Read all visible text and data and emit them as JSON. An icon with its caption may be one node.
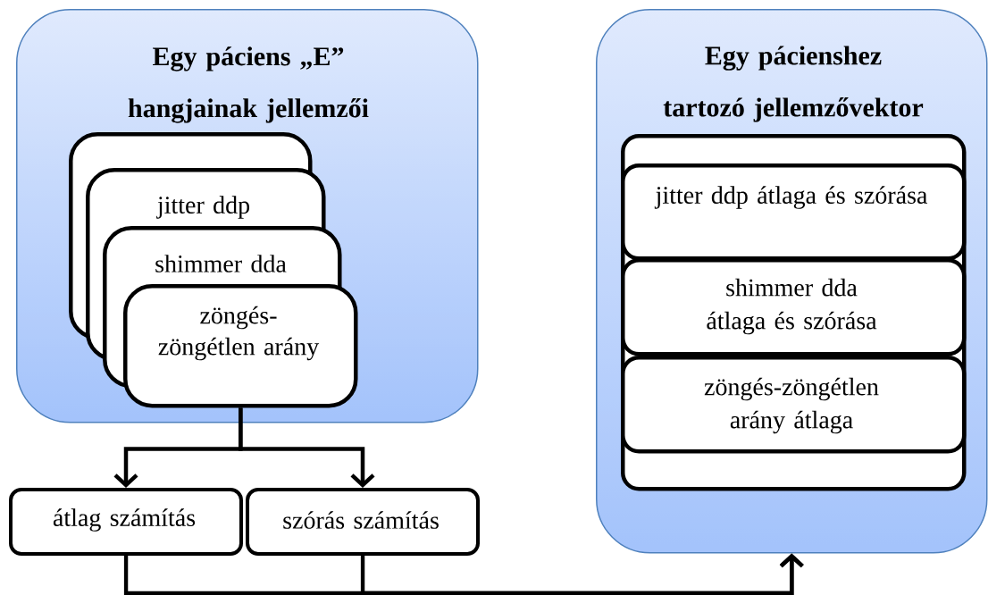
{
  "diagram": {
    "nodes": [
      {
        "text": [
          "Egy páciens „E” hangjainak jellemzői"
        ]
      },
      {
        "text": [],
        "shape": "box",
        "in": 0
      },
      {
        "text": [
          "jitter ddp"
        ],
        "in": 0
      },
      {
        "text": [
          "shimmer dda"
        ],
        "in": 0
      },
      {
        "text": [
          "zöngés-zöngétlen arány"
        ],
        "in": 0
      },
      {
        "text": [
          "Egy pácienshez tartozó jellemzővektor"
        ]
      },
      {
        "text": [],
        "shape": "box",
        "in": 5
      },
      {
        "text": [
          "jitter ddp átlaga és szórása"
        ],
        "in": 6
      },
      {
        "text": [
          "shimmer dda átlaga és szórása"
        ],
        "in": 6
      },
      {
        "text": [
          "zöngés-zöngétlen arány átlaga"
        ],
        "in": 6
      },
      {
        "text": [
          "átlag számítás"
        ]
      },
      {
        "text": [
          "szórás számítás"
        ]
      }
    ],
    "edges": [
      {
        "from": 4,
        "to": 10,
        "arrow": "to"
      },
      {
        "from": 4,
        "to": 11,
        "arrow": "to"
      },
      {
        "from": 10,
        "to": 5,
        "arrow": "to"
      },
      {
        "from": 11,
        "to": 5,
        "arrow": "to"
      }
    ]
  }
}
